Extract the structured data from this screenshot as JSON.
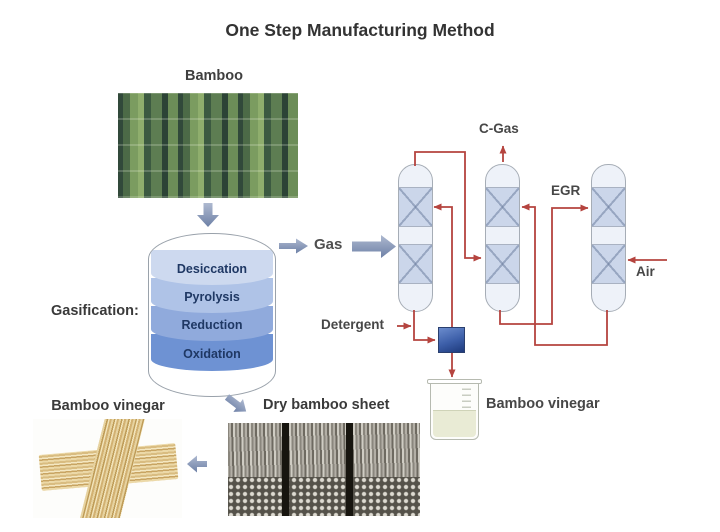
{
  "title": "One Step Manufacturing Method",
  "process": {
    "input_label": "Bamboo",
    "gasifier_label": "Gasification:",
    "stages": [
      "Desiccation",
      "Pyrolysis",
      "Reduction",
      "Oxidation"
    ],
    "gas_label": "Gas",
    "c_gas_label": "C-Gas",
    "egr_label": "EGR",
    "air_label": "Air",
    "detergent_label": "Detergent",
    "beaker_label": "Bamboo vinegar",
    "vinegar_label": "Bamboo vinegar",
    "dry_sheet_label": "Dry bamboo sheet"
  },
  "colors": {
    "pipe_red": "#b5443f",
    "block_arrow_gray_light": "#aeb9d0",
    "block_arrow_gray_dark": "#6d80a6",
    "stage_fills": [
      "#cdd9ef",
      "#afc3e7",
      "#90aadc",
      "#6e92d3"
    ],
    "stage_text": "#1f3864",
    "column_fill": "#eef2f9",
    "packing_fill": "#cbd6ea",
    "mixer_top": "#6b8ccd",
    "mixer_bottom": "#1e3a7c",
    "liquid": "#e9ebd5"
  }
}
